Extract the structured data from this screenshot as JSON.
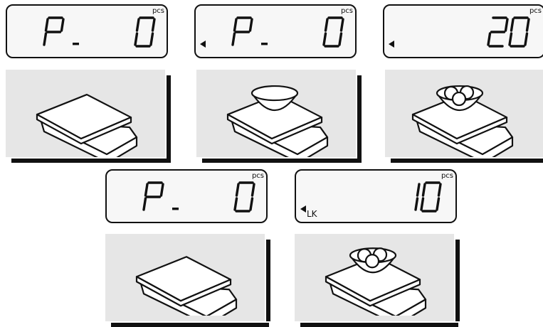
{
  "steps": [
    {
      "display": "P.  0",
      "unit": "pcs",
      "indicator": false,
      "indicator_label": "",
      "load": "empty"
    },
    {
      "display": "P.  0",
      "unit": "pcs",
      "indicator": true,
      "indicator_label": "",
      "load": "empty-bowl"
    },
    {
      "display": "20",
      "unit": "pcs",
      "indicator": true,
      "indicator_label": "",
      "load": "bowl-with-fruit"
    },
    {
      "display": "P.  0",
      "unit": "pcs",
      "indicator": false,
      "indicator_label": "",
      "load": "empty"
    },
    {
      "display": "10",
      "unit": "pcs",
      "indicator": true,
      "indicator_label": "LK",
      "load": "bowl-with-fruit"
    }
  ]
}
